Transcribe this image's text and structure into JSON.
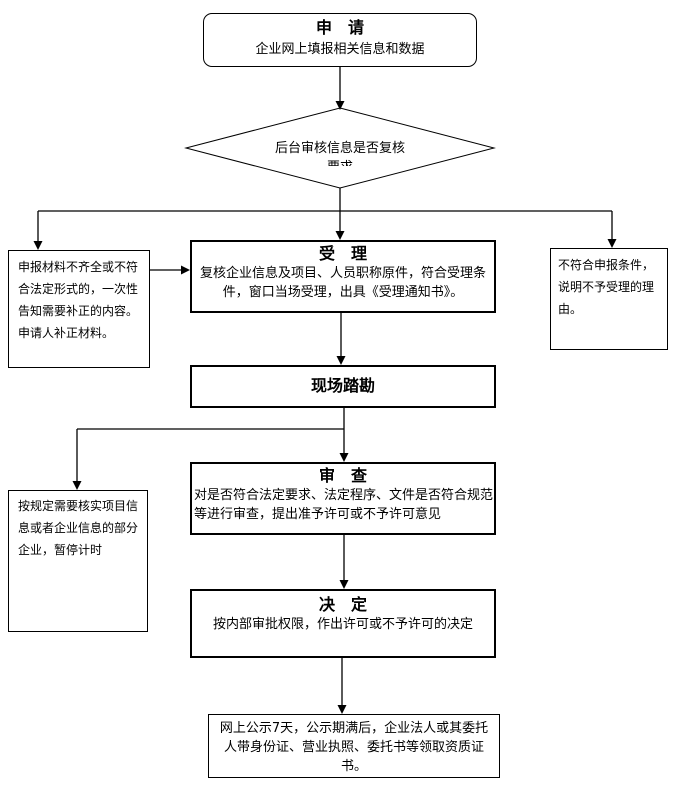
{
  "flowchart": {
    "nodes": {
      "apply": {
        "title": "申　请",
        "body": "企业网上填报相关信息和数据"
      },
      "review_decision": {
        "line1": "后台审核信息是否复核",
        "line2": "要求"
      },
      "supplement": {
        "body": "申报材料不齐全或不符合法定形式的，一次性告知需要补正的内容。申请人补正材料。"
      },
      "accept": {
        "title": "受　理",
        "body": "复核企业信息及项目、人员职称原件，符合受理条件，窗口当场受理，出具《受理通知书》。"
      },
      "reject": {
        "body": "不符合申报条件，说明不予受理的理由。"
      },
      "site_survey": {
        "title": "现场踏勘"
      },
      "examine": {
        "title": "审　查",
        "body": "对是否符合法定要求、法定程序、文件是否符合规范等进行审查，提出准予许可或不予许可意见"
      },
      "pause_timer": {
        "body": "按规定需要核实项目信息或者企业信息的部分企业，暂停计时"
      },
      "decide": {
        "title": "决　定",
        "body": "按内部审批权限，作出许可或不予许可的决定"
      },
      "publish": {
        "body": "网上公示7天，公示期满后，企业法人或其委托人带身份证、营业执照、委托书等领取资质证书。"
      }
    },
    "colors": {
      "line": "#000000",
      "background": "#ffffff",
      "text": "#000000"
    }
  }
}
